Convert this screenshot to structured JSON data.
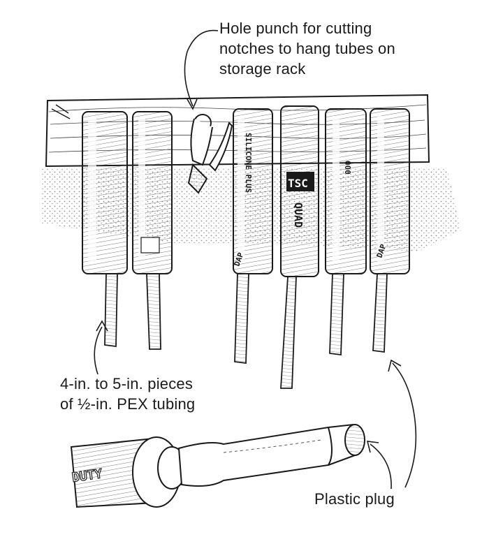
{
  "callouts": {
    "hole_punch": {
      "lines": [
        "Hole punch for cutting",
        "notches to hang tubes on",
        "storage rack"
      ]
    },
    "pex_tubing": {
      "lines": [
        "4-in. to 5-in. pieces",
        "of ½-in. PEX tubing"
      ]
    },
    "plastic_plug": {
      "lines": [
        "Plastic plug"
      ]
    }
  },
  "tube_labels": [
    "SILICONE PLUS",
    "TSC",
    "QUAD",
    "000",
    "DAP",
    "DAP",
    "DUTY"
  ],
  "colors": {
    "ink": "#1a1a1a",
    "paper": "#ffffff",
    "shadow": "#d9d9d9"
  }
}
